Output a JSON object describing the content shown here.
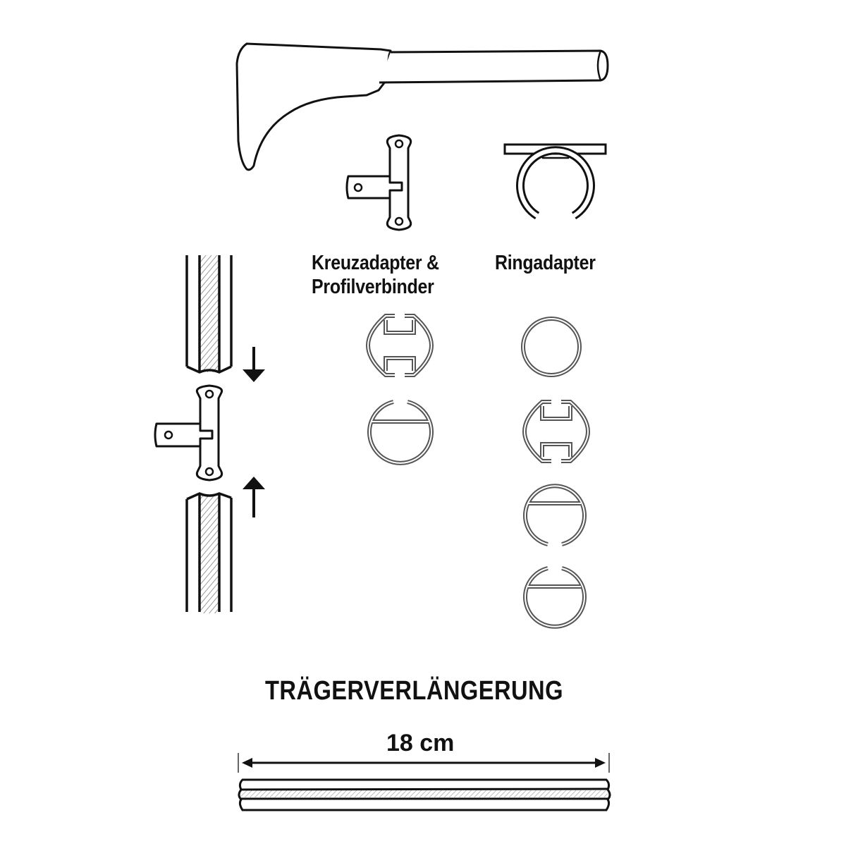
{
  "diagram": {
    "type": "product-parts-diagram",
    "colors": {
      "stroke": "#111111",
      "profile_stroke": "#555555",
      "hatch": "#9a9a9a",
      "background": "#ffffff"
    },
    "parts": {
      "bracket": {
        "label": ""
      },
      "cross_adapter": {
        "label_line1": "Kreuzadapter &",
        "label_line2": "Profilverbinder"
      },
      "ring_adapter": {
        "label": "Ringadapter"
      },
      "extension": {
        "title": "TRÄGERVERLÄNGERUNG",
        "length": "18 cm"
      }
    },
    "profiles": {
      "kreuz_column": [
        "double-channel-profile",
        "top-slot-profile"
      ],
      "ring_column": [
        "round-tube-profile",
        "double-channel-profile",
        "bottom-slot-profile",
        "top-slot-profile"
      ]
    },
    "assembly": {
      "arrows": [
        "arrow-down",
        "arrow-up"
      ]
    }
  }
}
